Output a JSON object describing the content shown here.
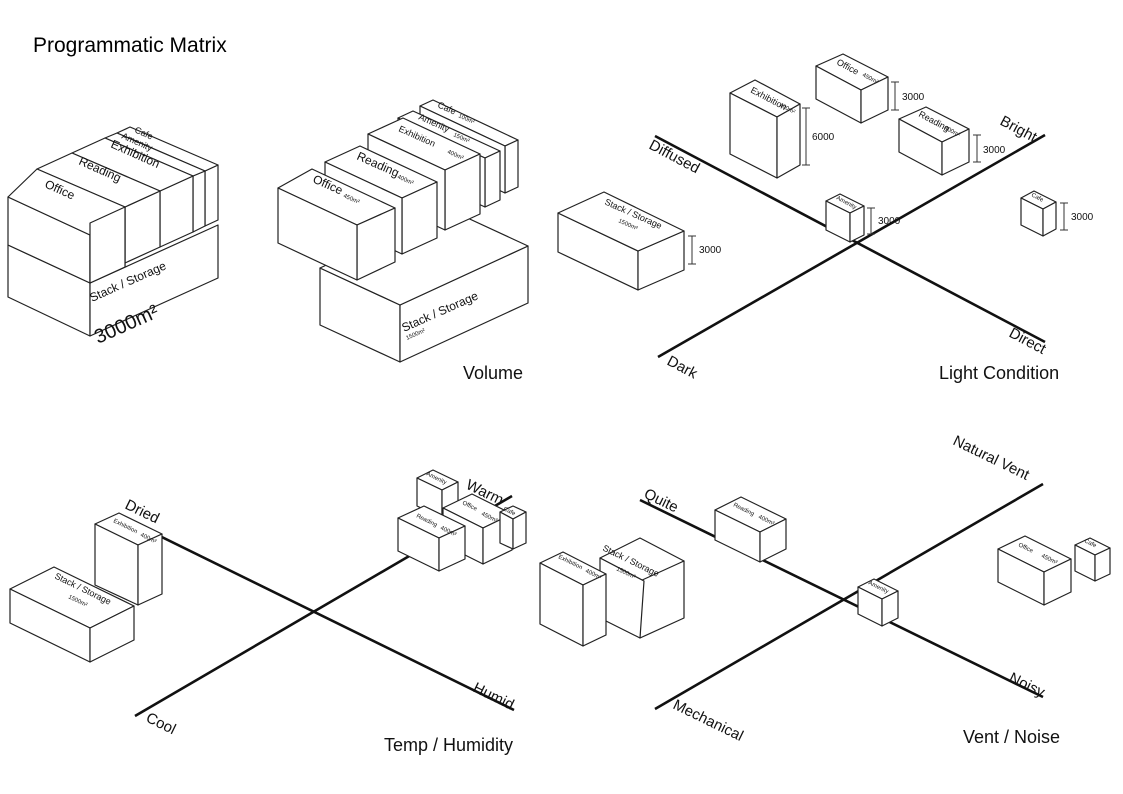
{
  "title": "Programmatic Matrix",
  "panels": {
    "total": {
      "area": "3000m²",
      "labels": {
        "office": "Office",
        "reading": "Reading",
        "exhibition": "Exhibition",
        "amenity": "Amenity",
        "cafe": "Cafe",
        "stack": "Stack / Storage"
      }
    },
    "volume": {
      "caption": "Volume",
      "office": {
        "name": "Office",
        "area": "450m²"
      },
      "reading": {
        "name": "Reading",
        "area": "400m²"
      },
      "exhibition": {
        "name": "Exhibition",
        "area": "400m²"
      },
      "amenity": {
        "name": "Amenity",
        "area": "150m²"
      },
      "cafe": {
        "name": "Cafe",
        "area": "100m²"
      },
      "stack": {
        "name": "Stack / Storage",
        "area": "1500m²"
      }
    },
    "light": {
      "caption": "Light Condition",
      "axis_bright": "Bright",
      "axis_dark": "Dark",
      "axis_diffused": "Diffused",
      "axis_direct": "Direct",
      "boxes": {
        "exhibition": {
          "name": "Exhibition",
          "area": "400m²",
          "height": "6000"
        },
        "office": {
          "name": "Office",
          "area": "450m²",
          "height": "3000"
        },
        "reading": {
          "name": "Reading",
          "area": "400m²",
          "height": "3000"
        },
        "amenity": {
          "name": "Amenity",
          "area": "150m²",
          "height": "3000"
        },
        "cafe": {
          "name": "Cafe",
          "area": "100m²",
          "height": "3000"
        },
        "stack": {
          "name": "Stack / Storage",
          "area": "1500m²",
          "height": "3000"
        }
      }
    },
    "temp": {
      "caption": "Temp / Humidity",
      "axis_dried": "Dried",
      "axis_humid": "Humid",
      "axis_warm": "Warm",
      "axis_cool": "Cool",
      "boxes": {
        "exhibition": {
          "name": "Exhibition",
          "area": "400m²"
        },
        "stack": {
          "name": "Stack / Storage",
          "area": "1500m²"
        },
        "amenity": {
          "name": "Amenity",
          "area": "150m²"
        },
        "office": {
          "name": "Office",
          "area": "450m²"
        },
        "cafe": {
          "name": "Cafe",
          "area": "100m²"
        },
        "reading": {
          "name": "Reading",
          "area": "400m²"
        }
      }
    },
    "vent": {
      "caption": "Vent / Noise",
      "axis_natural": "Natural Vent",
      "axis_mechanical": "Mechanical",
      "axis_quite": "Quite",
      "axis_noisy": "Noisy",
      "boxes": {
        "reading": {
          "name": "Reading",
          "area": "400m²"
        },
        "exhibition": {
          "name": "Exhibition",
          "area": "400m²"
        },
        "stack": {
          "name": "Stack / Storage",
          "area": "1500m²"
        },
        "amenity": {
          "name": "Amenity",
          "area": "150m²"
        },
        "office": {
          "name": "Office",
          "area": "450m²"
        },
        "cafe": {
          "name": "Cafe",
          "area": "100m²"
        }
      }
    }
  }
}
